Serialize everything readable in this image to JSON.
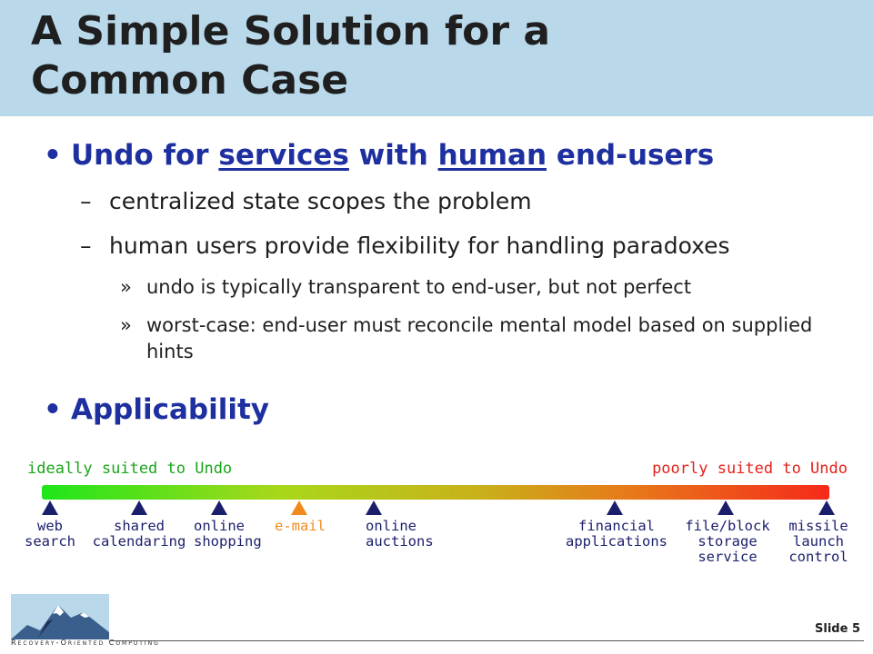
{
  "title": {
    "line1": "A Simple Solution for a",
    "line2": "Common Case"
  },
  "bullets": {
    "undo": {
      "marker": "•",
      "prefix": "Undo for ",
      "services": "services",
      "middle": " with ",
      "human": "human",
      "suffix": " end-users"
    },
    "sub1": {
      "dash": "–",
      "text": "centralized state scopes the problem"
    },
    "sub2": {
      "dash": "–",
      "text": "human users provide flexibility for handling paradoxes"
    },
    "subsub1": {
      "mark": "»",
      "text": "undo is typically transparent to end-user, but not perfect"
    },
    "subsub2": {
      "mark": "»",
      "text": "worst-case: end-user must reconcile mental model based on supplied hints"
    },
    "applicability": {
      "marker": "•",
      "text": "Applicability"
    }
  },
  "scale": {
    "left_label": "ideally suited to Undo",
    "right_label": "poorly suited to Undo",
    "colors": {
      "good": "#1aa51a",
      "bad": "#e3221b",
      "marker": "#1a1f6b",
      "highlight": "#f08a1e"
    },
    "applications": [
      {
        "label": "web\nsearch"
      },
      {
        "label": "shared\ncalendaring"
      },
      {
        "label": "online\nshopping"
      },
      {
        "label": "e-mail",
        "highlight": true
      },
      {
        "label": "online\nauctions"
      },
      {
        "label": "financial\napplications"
      },
      {
        "label": "file/block\nstorage\nservice"
      },
      {
        "label": "missile\nlaunch\ncontrol"
      }
    ]
  },
  "footer": {
    "logo_text": "Recovery-Oriented Computing",
    "slide_label": "Slide 5"
  }
}
